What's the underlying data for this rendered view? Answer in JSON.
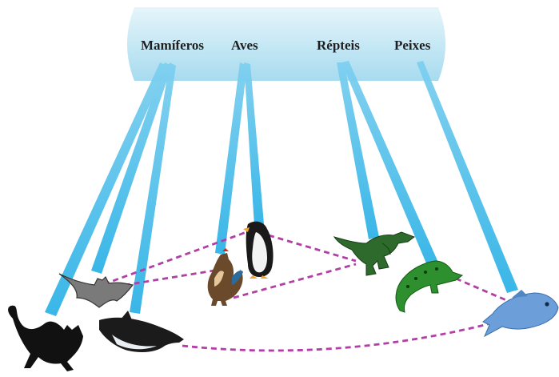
{
  "groups": {
    "mamiferos": "Mamíferos",
    "aves": "Aves",
    "repteis": "Répteis",
    "peixes": "Peixes"
  },
  "animals": [
    "cat-icon",
    "bat-icon",
    "dolphin-icon",
    "rooster-icon",
    "penguin-icon",
    "dinosaur-icon",
    "lizard-icon",
    "fish-icon"
  ],
  "colors": {
    "banner": "#bfe6f3",
    "beam": "#3ab9e8",
    "link": "#b23fa6"
  }
}
